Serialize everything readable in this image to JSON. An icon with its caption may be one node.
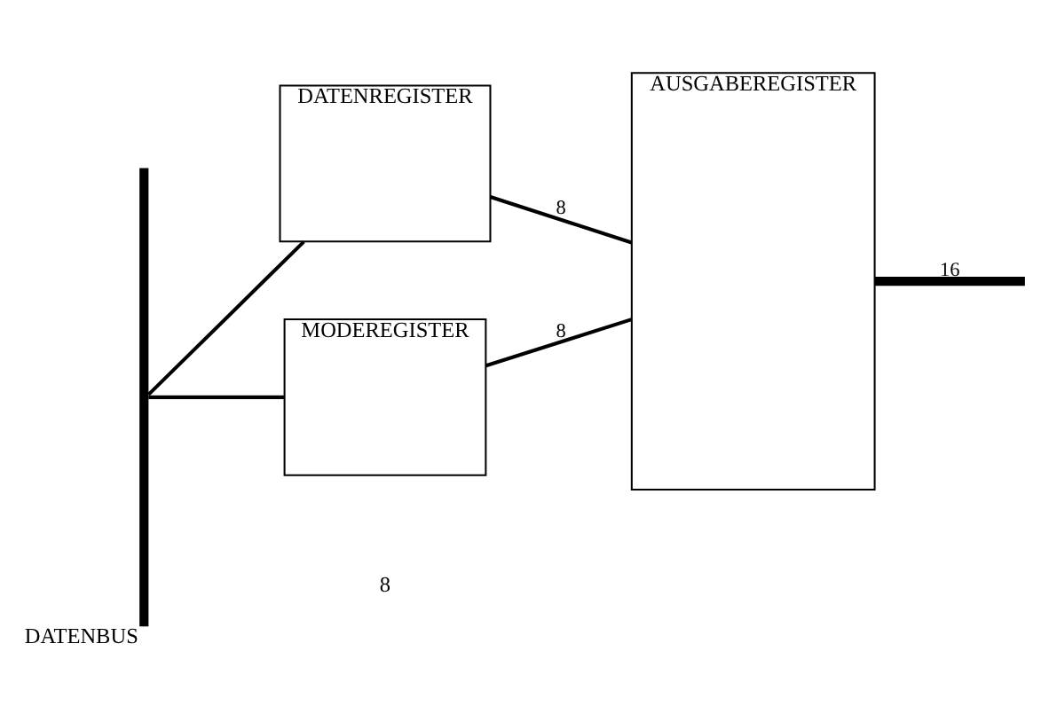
{
  "diagram": {
    "nodes": [
      {
        "text": [],
        "shape": "bar",
        "beside": [
          "DATENBUS"
        ]
      },
      {
        "text": [
          "DATENREGISTER"
        ]
      },
      {
        "text": [
          "MODEREGISTER"
        ]
      },
      {
        "text": [
          "AUSGABEREGISTER"
        ]
      }
    ],
    "edges": [
      {
        "from": 0,
        "to": 1,
        "arrow": "none"
      },
      {
        "from": 1,
        "to": 3,
        "arrow": "none",
        "label": "8"
      },
      {
        "from": 0,
        "to": 2,
        "arrow": "none"
      },
      {
        "from": 2,
        "to": 3,
        "arrow": "none",
        "label": "8"
      },
      {
        "from": 3,
        "to": null,
        "arrow": "none",
        "label": "16",
        "style": "thick"
      }
    ],
    "labels": [
      "8"
    ]
  }
}
